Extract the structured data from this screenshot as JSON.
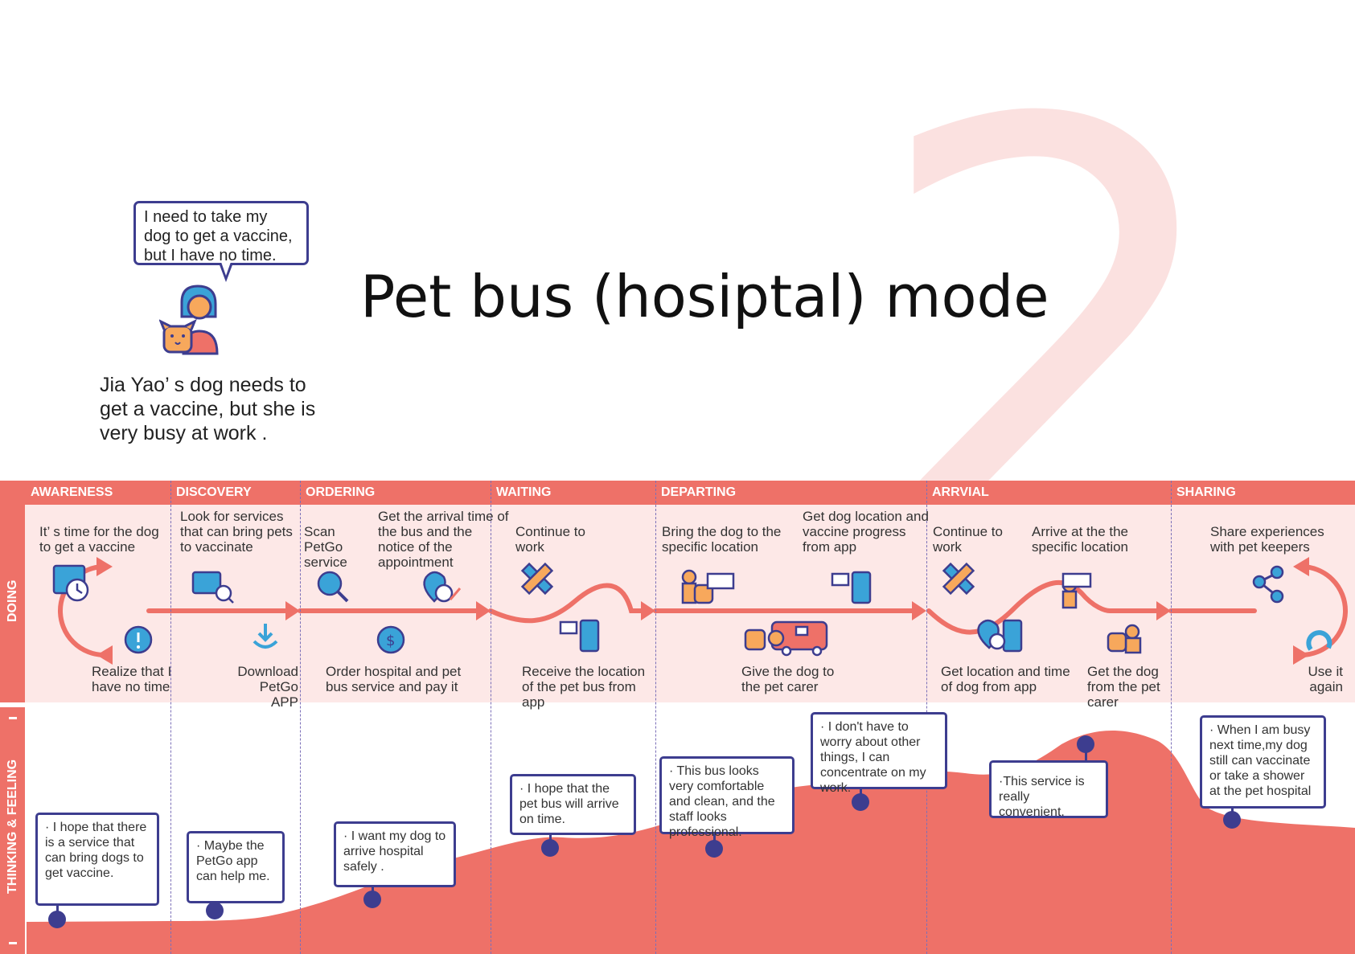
{
  "title": "Pet bus (hosiptal) mode",
  "big_number": "2",
  "persona": {
    "speech": "I need to take my dog to get a vaccine, but I have no time.",
    "description": "Jia Yao’ s dog  needs to get a vaccine, but she is very busy at work ."
  },
  "lanes": {
    "doing": "DOING",
    "thinking": "THINKING & FEELING"
  },
  "stages": [
    {
      "name": "AWARENESS"
    },
    {
      "name": "DISCOVERY"
    },
    {
      "name": "ORDERING"
    },
    {
      "name": "WAITING"
    },
    {
      "name": "DEPARTING"
    },
    {
      "name": "ARRVIAL"
    },
    {
      "name": "SHARING"
    }
  ],
  "doing": {
    "top": [
      "It’ s time for the dog to get a vaccine",
      "Look for services that can bring pets to vaccinate",
      "Scan PetGo service",
      "Get the arrival time of the bus and the notice of the appointment",
      "Continue to work",
      "Bring the dog to the specific location",
      "Get  dog location and vaccine progress from app",
      "Continue to work",
      "Arrive at the the specific location",
      "Share experiences with pet keepers"
    ],
    "bottom": [
      "Realize that I have no time",
      "Download PetGo APP",
      "Order hospital and pet bus service and pay it",
      "Receive the location of the pet bus from app",
      "Give the dog to the pet carer",
      "Get   location and time of dog from app",
      "Get the dog from the pet carer",
      "Use it again"
    ]
  },
  "thoughts": [
    "· I hope that there is a service that can bring dogs to get vaccine.",
    "· Maybe the PetGo app can help me.",
    "· I want my dog to arrive hospital safely .",
    "· I hope that the pet bus will arrive on time.",
    "· This  bus looks very comfortable and clean, and the  staff looks   professional.",
    "· I don't have to worry about other things, I can concentrate on my work.",
    "·This service is really convenient.",
    "· When I am busy next time,my dog still can  vaccinate or take a shower at the pet hospital"
  ],
  "colors": {
    "accent": "#ee7168",
    "panel": "#fde8e7",
    "ink": "#3d3d8f",
    "icon_blue": "#3aa3d8",
    "icon_orange": "#f7a85c"
  },
  "icons": [
    "calendar-clock-icon",
    "alert-icon",
    "browser-search-icon",
    "download-icon",
    "search-icon",
    "dollar-icon",
    "location-clock-icon",
    "pencil-ruler-icon",
    "chat-phone-icon",
    "people-dog-sign-icon",
    "dog-nurse-bus-icon",
    "chat-phone-icon",
    "pencil-ruler-icon",
    "location-clock-phone-icon",
    "person-sign-icon",
    "dog-person-icon",
    "share-icon",
    "reuse-icon",
    "woman-dog-avatar-icon"
  ]
}
